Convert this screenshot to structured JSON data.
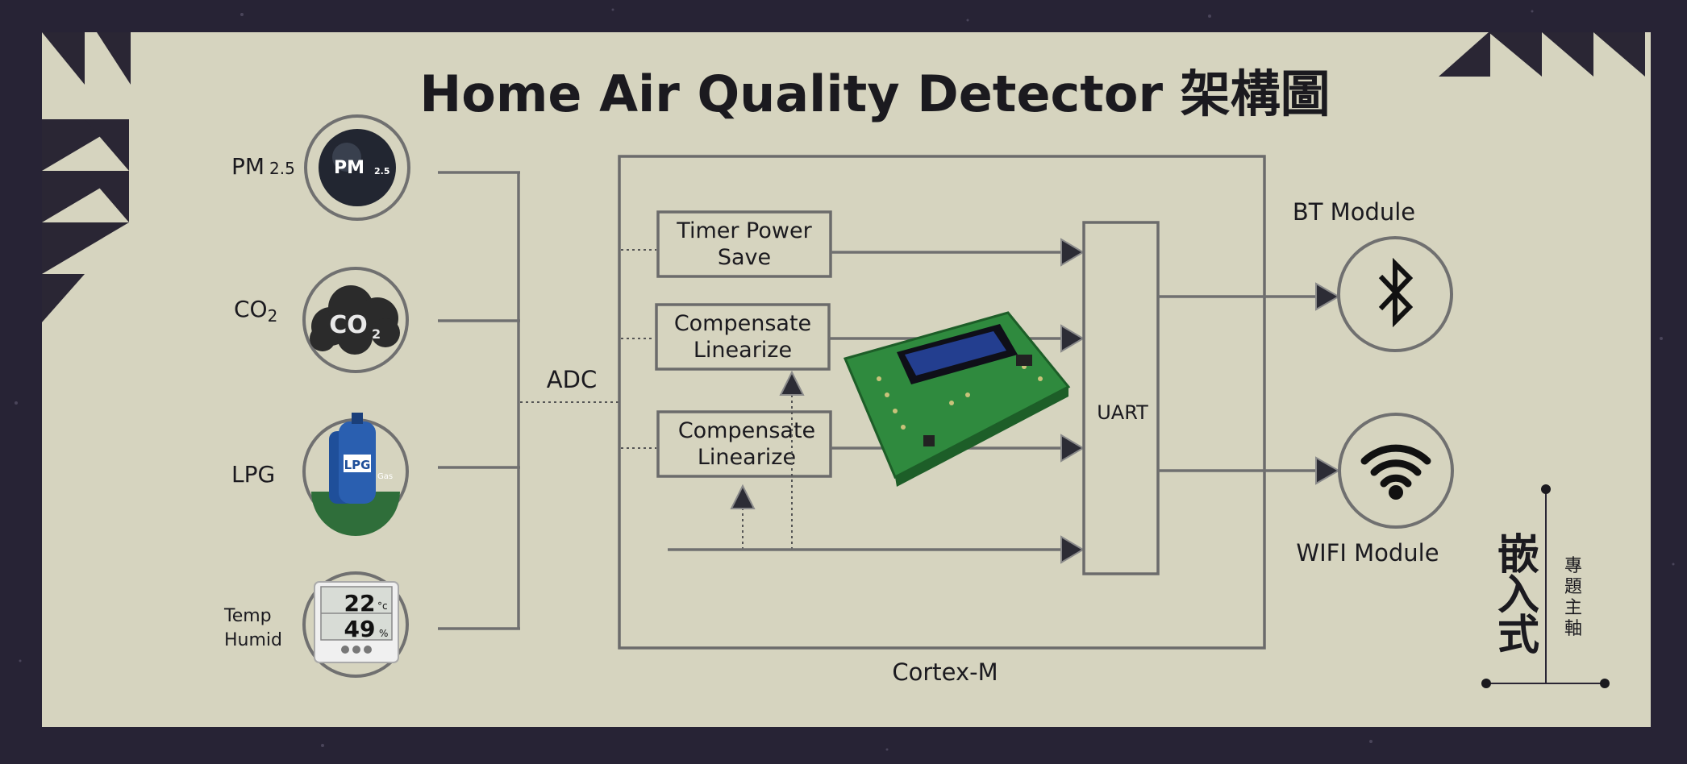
{
  "title": "Home Air Quality Detector 架構圖",
  "sensors": [
    {
      "label": "PM",
      "sub": "2.5",
      "icon_text": "PM",
      "icon_sub": "2.5"
    },
    {
      "label": "CO",
      "sub": "2",
      "icon_text": "CO",
      "icon_sub": "2"
    },
    {
      "label": "LPG",
      "sub": "",
      "icon_text": "LPG",
      "icon_sub": "Gas"
    },
    {
      "label_line1": "Temp",
      "label_line2": "Humid",
      "icon_temp": "22",
      "icon_temp_unit": "°c",
      "icon_hum": "49",
      "icon_hum_unit": "%"
    }
  ],
  "adc_label": "ADC",
  "cortex_label": "Cortex-M",
  "blocks": {
    "timer_line1": "Timer Power",
    "timer_line2": "Save",
    "comp1_line1": "Compensate",
    "comp1_line2": "Linearize",
    "comp2_line1": "Compensate",
    "comp2_line2": "Linearize"
  },
  "uart_label": "UART",
  "bt_label": "BT Module",
  "wifi_label": "WIFI Module",
  "badge": {
    "main": [
      "嵌",
      "入",
      "式"
    ],
    "side": [
      "專",
      "題",
      "主",
      "軸"
    ]
  },
  "colors": {
    "background": "#272335",
    "panel": "#d6d4bf",
    "wire": "#707070",
    "accent_dark": "#2a2634"
  }
}
